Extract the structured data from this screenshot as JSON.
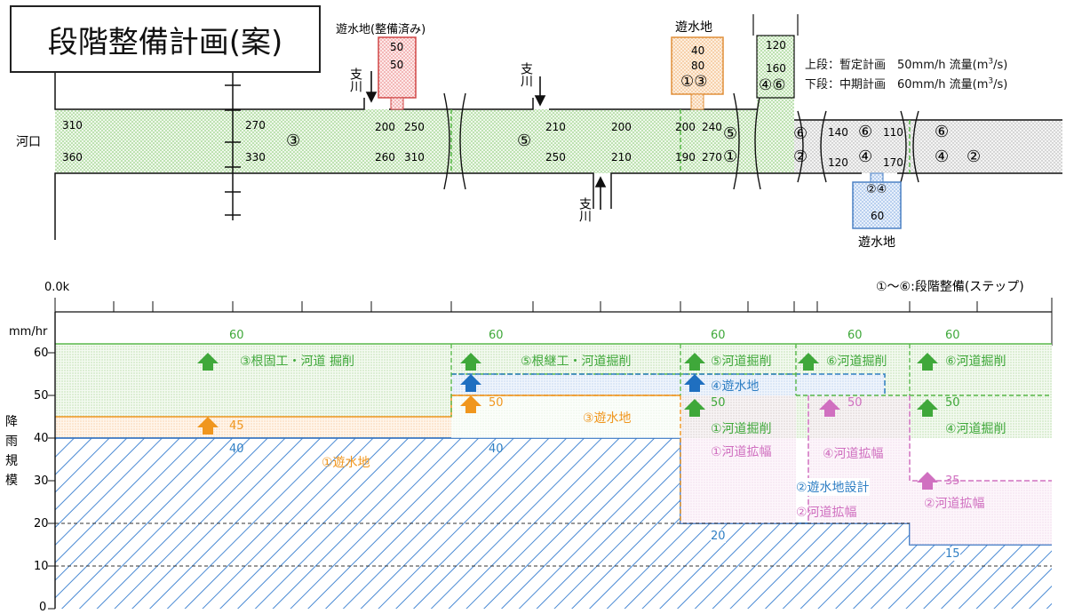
{
  "title": "段階整備計画(案)",
  "colors": {
    "green": "#59b84a",
    "orange": "#f0961e",
    "blue": "#2f7fc4",
    "pink": "#d070c0",
    "hatch": "#4a8ad4",
    "red": "#e05050"
  },
  "river": {
    "mouth_label": "河口",
    "tributary_label": "支川",
    "basin_top_left_label": "遊水地(整備済み)",
    "basin_top_left_values": [
      "50",
      "50"
    ],
    "basin_top_mid_label": "遊水地",
    "basin_top_mid_values": [
      "40",
      "80"
    ],
    "basin_top_mid_steps": "①③",
    "basin_top_right_values": [
      "120",
      "160"
    ],
    "basin_top_right_steps": "④⑥",
    "basin_bottom_label": "遊水地",
    "basin_bottom_steps": "②④",
    "basin_bottom_value": "60",
    "legend_upper": "上段：暫定計画　50mm/h 流量",
    "legend_lower": "下段：中期計画　60mm/h 流量",
    "legend_unit_base": "(m",
    "legend_unit_exp": "3",
    "legend_unit_tail": "/s)",
    "upper_flows": [
      "310",
      "270",
      "200",
      "250",
      "210",
      "200",
      "200",
      "240",
      "140",
      "110"
    ],
    "lower_flows": [
      "360",
      "330",
      "260",
      "310",
      "250",
      "210",
      "190",
      "270",
      "120",
      "170"
    ],
    "section_steps": [
      "③",
      "⑤",
      "⑤",
      "①",
      "⑥",
      "②",
      "⑥",
      "④",
      "⑥",
      "④",
      "②"
    ],
    "step_legend": "①～⑥:段階整備(ステップ)",
    "distance_label": "0.0k"
  },
  "chart": {
    "y_unit": "mm/hr",
    "y_label": [
      "降",
      "雨",
      "規",
      "模"
    ],
    "y_ticks": [
      "60",
      "50",
      "40",
      "30",
      "20",
      "10",
      "0"
    ],
    "top_values": [
      "60",
      "60",
      "60",
      "60",
      "60"
    ],
    "labels": {
      "s3_root": "③根固工・河道 掘削",
      "s5_root": "⑤根継工・河道掘削",
      "s5_river": "⑤河道掘削",
      "s6_river_a": "⑥河道掘削",
      "s6_river_b": "⑥河道掘削",
      "s4_basin": "④遊水地",
      "s3_basin": "③遊水地",
      "s1_river_dig": "①河道掘削",
      "s1_river_wide": "①河道拡幅",
      "s4_river_wide": "④河道拡幅",
      "s4_river_dig": "④河道掘削",
      "s2_basin_design": "②遊水地設計",
      "s2_river_wide_a": "②河道拡幅",
      "s2_river_wide_b": "②河道拡幅",
      "s1_basin": "①遊水地",
      "v45": "45",
      "v50a": "50",
      "v50b": "50",
      "v50c": "50",
      "v50d": "50",
      "v35": "35",
      "v40a": "40",
      "v40b": "40",
      "v20": "20",
      "v15": "15"
    }
  }
}
